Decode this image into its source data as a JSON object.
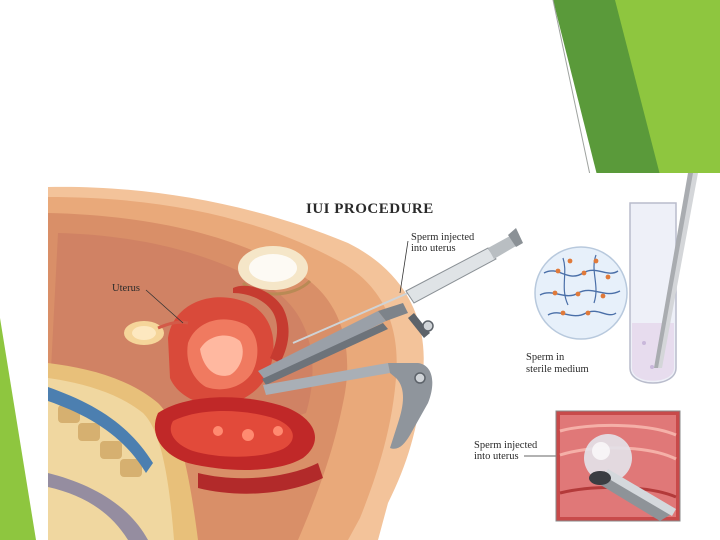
{
  "slide": {
    "accent_colors": {
      "light_green": "#8ec63f",
      "dark_green": "#5a9a3a",
      "mid_green": "#6fa84a"
    },
    "figure": {
      "title": "IUI PROCEDURE",
      "labels": {
        "uterus": "Uterus",
        "syringe_line1": "Sperm injected",
        "syringe_line2": "into uterus",
        "sperm_line1": "Sperm in",
        "sperm_line2": "sterile medium",
        "inset_line1": "Sperm injected",
        "inset_line2": "into uterus"
      }
    }
  }
}
